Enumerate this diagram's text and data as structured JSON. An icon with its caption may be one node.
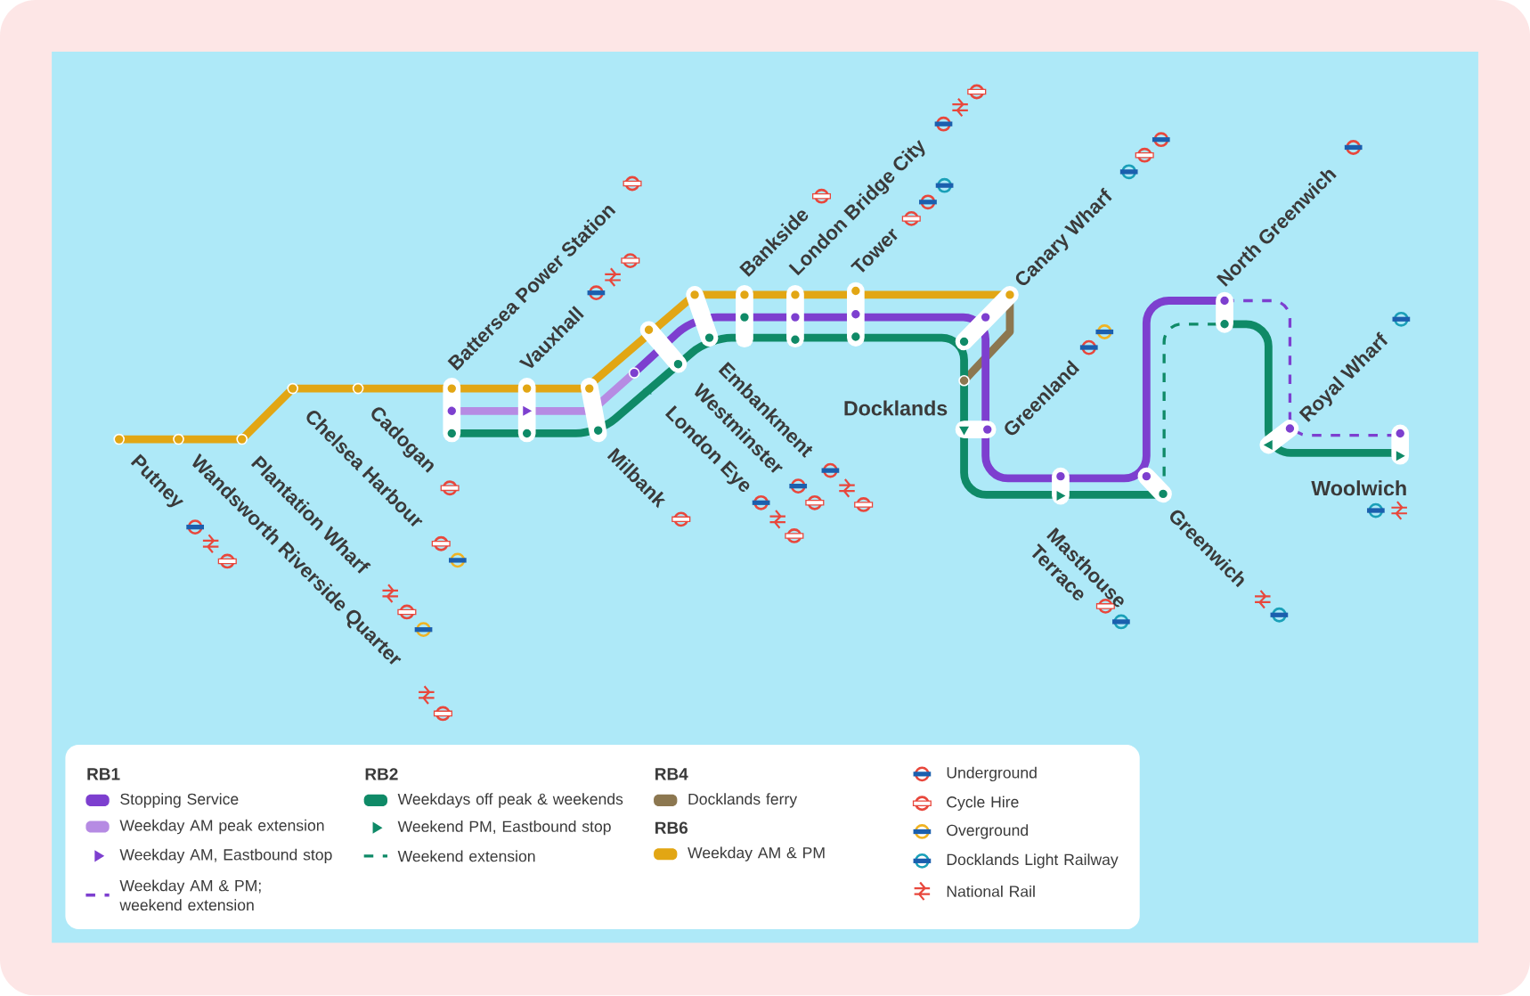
{
  "diagram": {
    "labels": [
      "Putney",
      "Wandsworth Riverside Quarter",
      "Plantation Wharf",
      "Chelsea Harbour",
      "Cadogan",
      "Battersea Power Station",
      "Vauxhall",
      "Milbank",
      "London Eye",
      "Westminster",
      "Embankment",
      "Bankside",
      "London Bridge City",
      "Tower",
      "Docklands",
      "Canary Wharf",
      "Greenland",
      "Masthouse Terrace",
      "Greenwich",
      "North Greenwich",
      "Royal Wharf",
      "Woolwich",
      "RB1",
      "RB2",
      "RB4",
      "RB6"
    ],
    "legend": [
      {
        "text": "Stopping Service",
        "color": "#7d3fcf"
      },
      {
        "text": "Weekday AM peak extension",
        "color": "#b68be3"
      },
      {
        "text": "Weekday AM, Eastbound stop"
      },
      {
        "text": "Weekday AM & PM; weekend extension"
      },
      {
        "text": "Weekdays off peak & weekends",
        "color": "#0f8a67"
      },
      {
        "text": "Weekend PM, Eastbound stop"
      },
      {
        "text": "Weekend extension"
      },
      {
        "text": "Docklands ferry",
        "color": "#8c7750"
      },
      {
        "text": "Weekday AM & PM",
        "color": "#e2a614"
      },
      {
        "text": "Underground"
      },
      {
        "text": "Cycle Hire"
      },
      {
        "text": "Overground"
      },
      {
        "text": "Docklands Light Railway"
      },
      {
        "text": "National Rail"
      }
    ]
  }
}
